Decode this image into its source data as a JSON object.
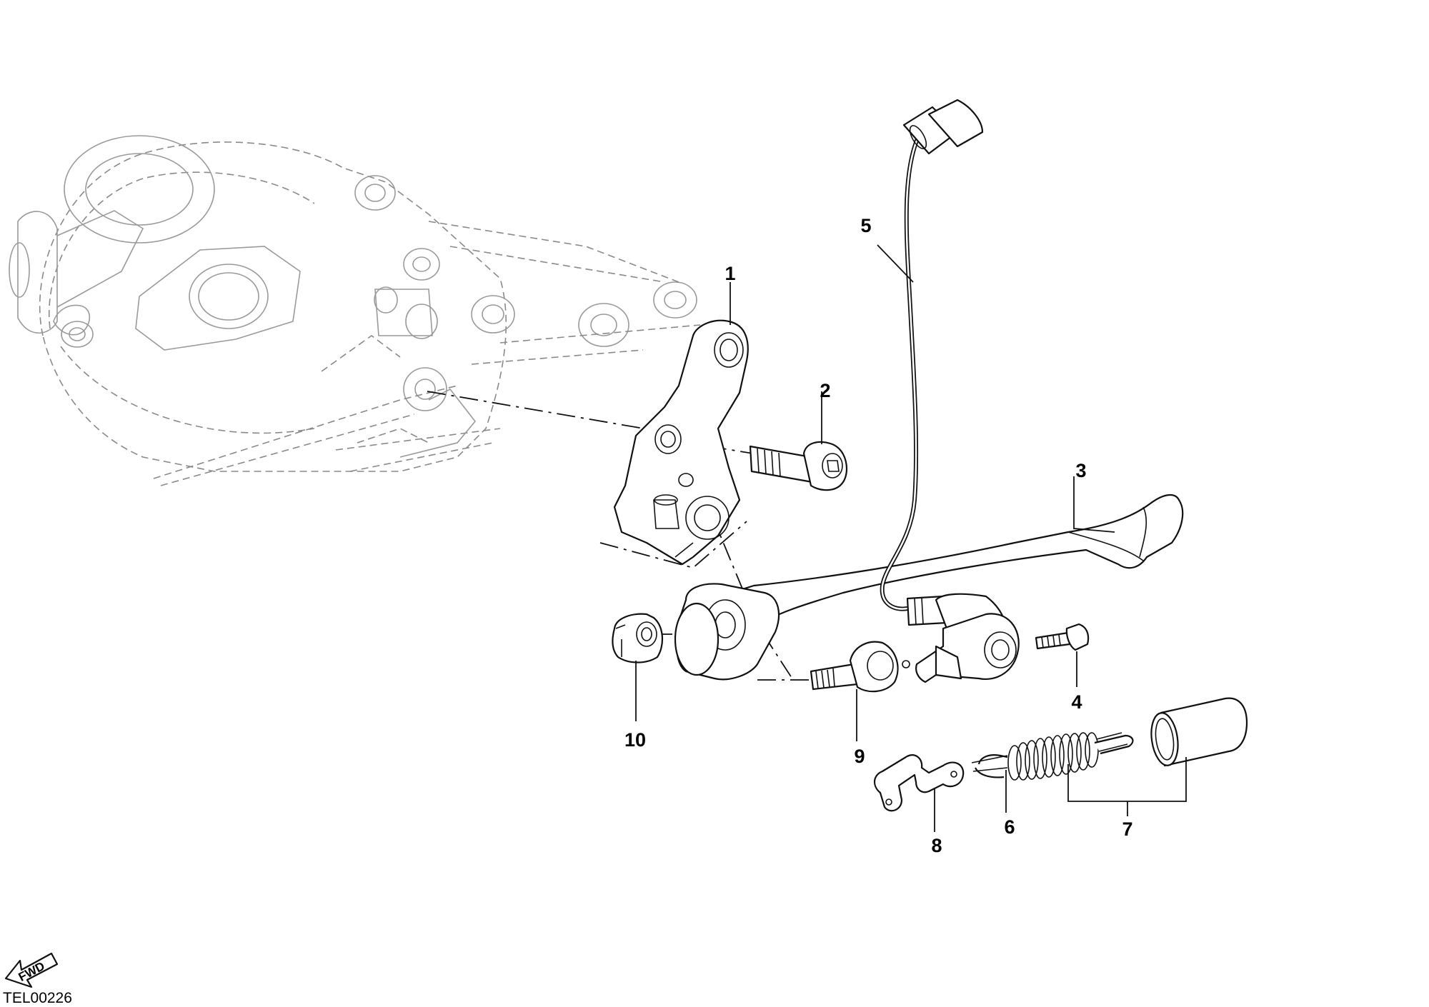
{
  "diagram": {
    "callouts": [
      {
        "id": "1",
        "label": "1"
      },
      {
        "id": "2",
        "label": "2"
      },
      {
        "id": "3",
        "label": "3"
      },
      {
        "id": "4",
        "label": "4"
      },
      {
        "id": "5",
        "label": "5"
      },
      {
        "id": "6",
        "label": "6"
      },
      {
        "id": "7",
        "label": "7"
      },
      {
        "id": "8",
        "label": "8"
      },
      {
        "id": "9",
        "label": "9"
      },
      {
        "id": "10",
        "label": "10"
      }
    ],
    "direction_badge": "FWD",
    "drawing_code": "TEL00226"
  },
  "colors": {
    "line": "#111111",
    "ghost_line": "#8a8a8a",
    "background": "#ffffff"
  }
}
